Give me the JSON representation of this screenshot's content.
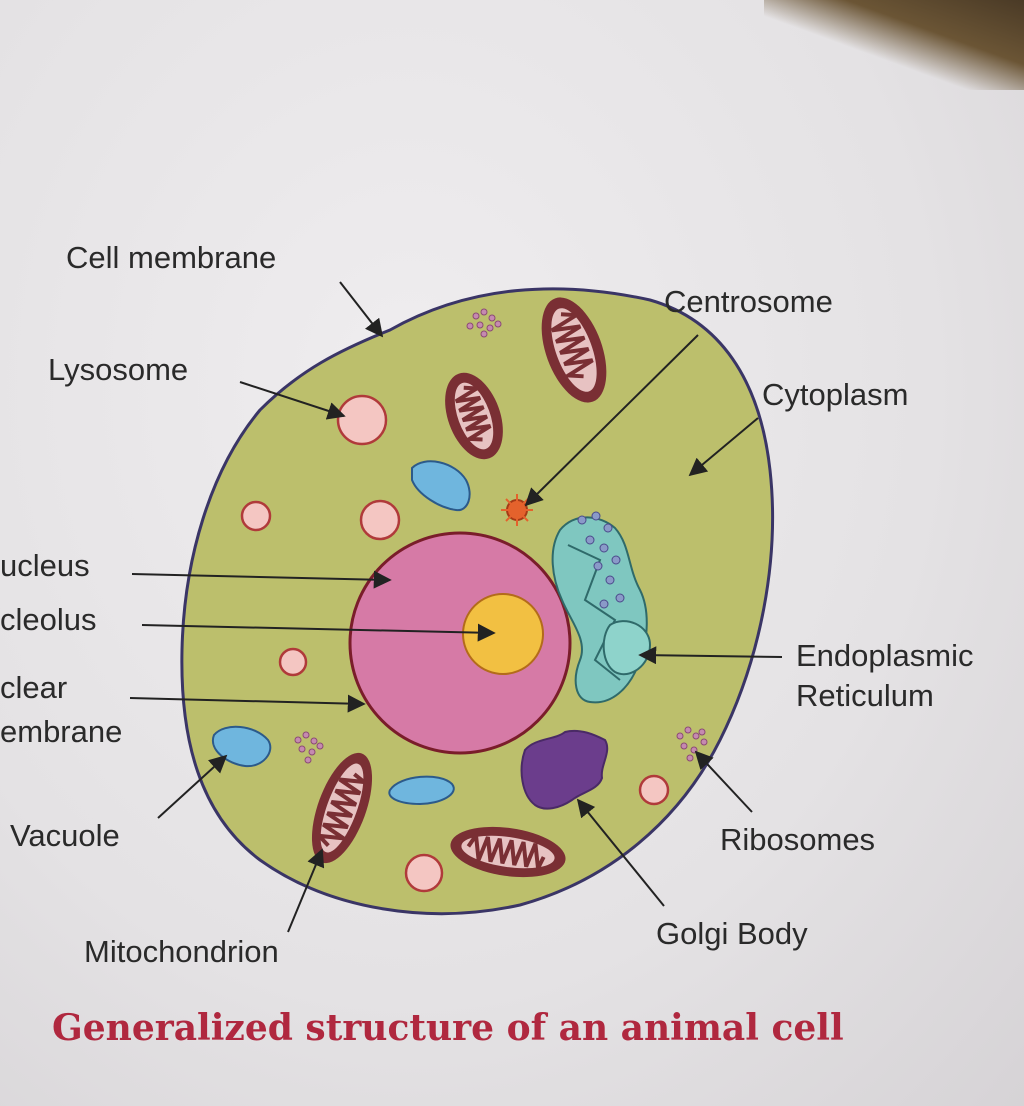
{
  "labels": {
    "cell_membrane": "Cell membrane",
    "lysosome": "Lysosome",
    "centrosome": "Centrosome",
    "cytoplasm": "Cytoplasm",
    "nucleus": "ucleus",
    "nucleolus": "cleolus",
    "nuclear_1": "clear",
    "nuclear_2": "embrane",
    "er_1": "Endoplasmic",
    "er_2": "Reticulum",
    "vacuole": "Vacuole",
    "ribosomes": "Ribosomes",
    "mitochondrion": "Mitochondrion",
    "golgi": "Golgi Body"
  },
  "caption": "Generalized structure of an animal cell",
  "colors": {
    "cytoplasm": "#bcbf6c",
    "nucleus": "#d67aa6",
    "nucleolus": "#f2c042",
    "lysosome": "#f4c6c2",
    "vacuole": "#6fb6de",
    "mitochondrion": "#7a2f34",
    "golgi": "#6b3d8c",
    "er": "#7fc7c0",
    "centrosome": "#e4622c",
    "caption": "#b0283f"
  }
}
